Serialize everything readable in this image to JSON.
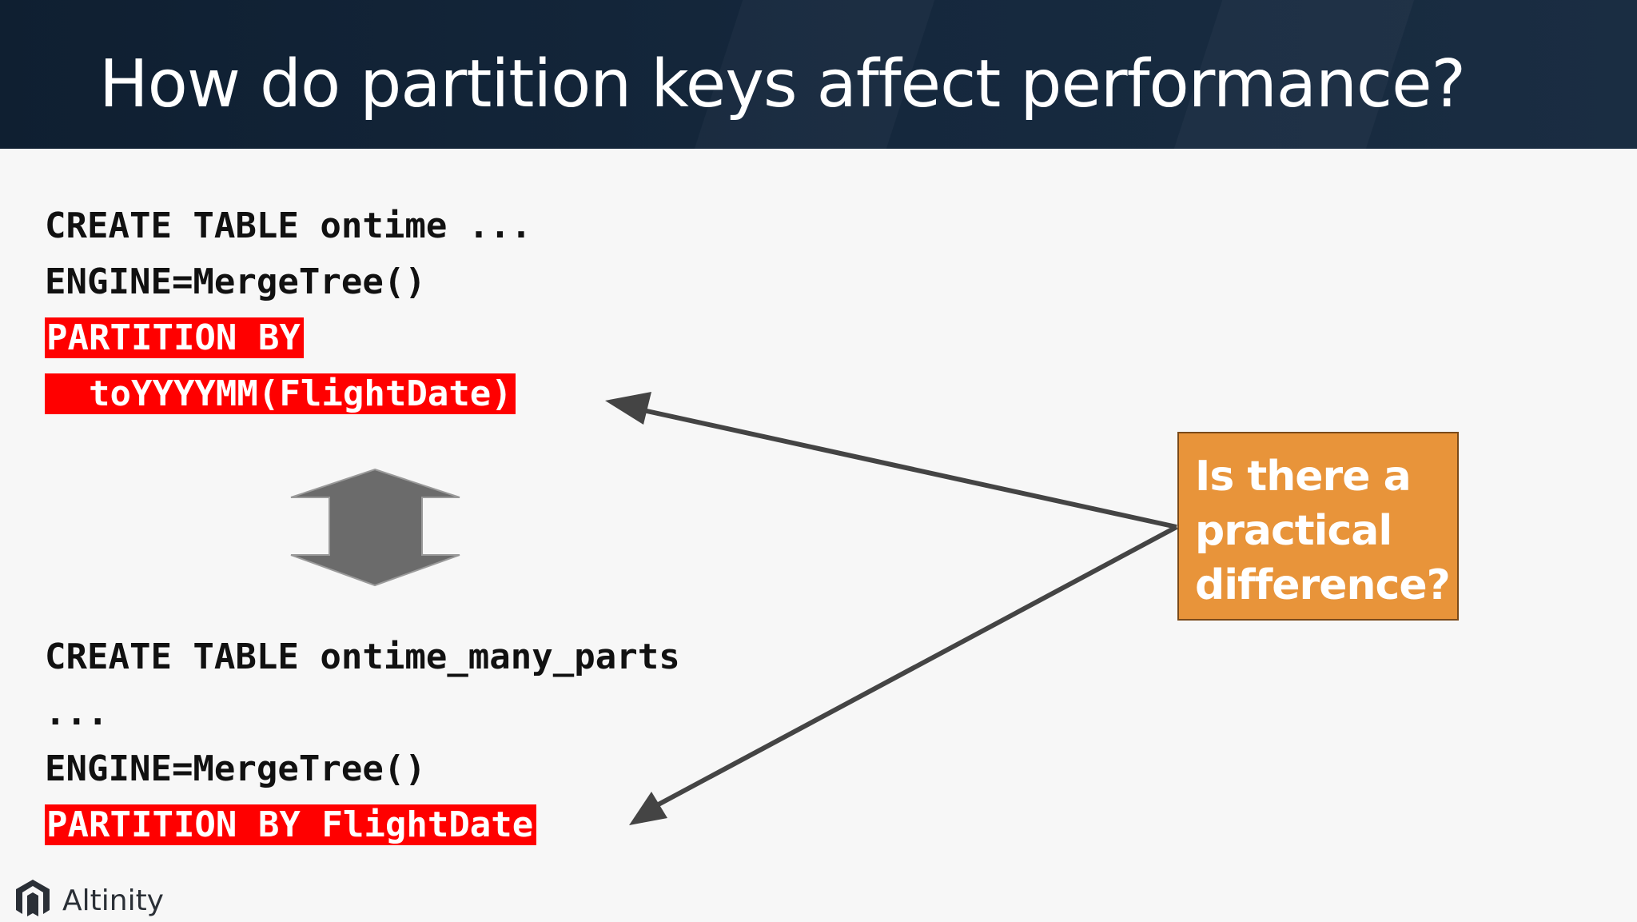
{
  "slide": {
    "title": "How do partition keys affect performance?"
  },
  "code_top": {
    "line1": "CREATE TABLE ontime ...",
    "line2": "ENGINE=MergeTree()",
    "line3": "PARTITION BY",
    "line4": "  toYYYYMM(FlightDate)"
  },
  "code_bottom": {
    "line1": "CREATE TABLE ontime_many_parts",
    "line2": "...",
    "line3": "ENGINE=MergeTree()",
    "line4": "PARTITION BY FlightDate"
  },
  "callout": {
    "line1": "Is there a",
    "line2": "practical",
    "line3": "difference?"
  },
  "footer": {
    "logo_text": "Altinity",
    "logo_icon": "altinity-logo-icon"
  },
  "colors": {
    "header_bg": "#0f1f31",
    "highlight": "#ff0000",
    "callout_bg": "#e8943a",
    "arrow": "#444444",
    "double_arrow": "#6b6b6b"
  }
}
